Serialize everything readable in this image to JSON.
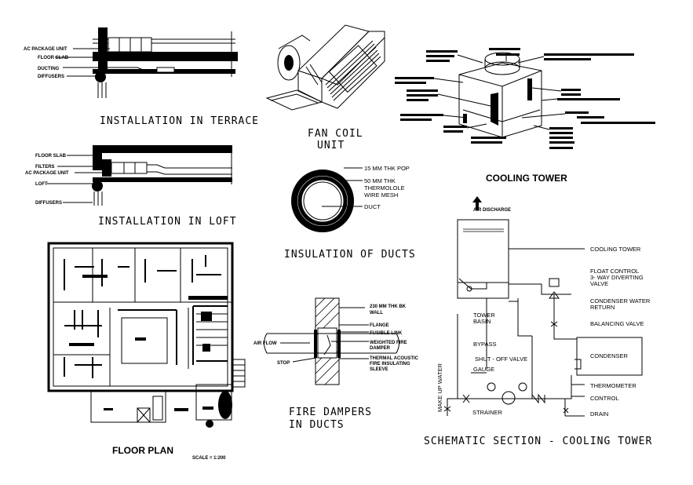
{
  "titles": {
    "terrace": "INSTALLATION IN TERRACE",
    "fan_coil_line1": "FAN COIL",
    "fan_coil_line2": "UNIT",
    "cooling_tower": "COOLING TOWER",
    "loft": "INSTALLATION IN LOFT",
    "insulation": "INSULATION OF DUCTS",
    "floor_plan": "FLOOR PLAN",
    "fire_line1": "FIRE DAMPERS",
    "fire_line2": "IN DUCTS",
    "schematic": "SCHEMATIC SECTION - COOLING TOWER"
  },
  "scale_note": "SCALE = 1:200",
  "terrace_labels": [
    "AC PACKAGE UNIT",
    "FLOOR SLAB",
    "DUCTING",
    "DIFFUSERS"
  ],
  "loft_labels": [
    "FLOOR SLAB",
    "FILTERS",
    "AC PACKAGE UNIT",
    "LOFT",
    "DIFFUSERS"
  ],
  "insulation_labels": [
    "15 MM THK POP",
    "50 MM THK",
    "THERMOLOLE",
    "WIRE MESH",
    "DUCT"
  ],
  "fire_labels": [
    "230 MM THK BK",
    "WALL",
    "FLANGE",
    "FUSIBLE LINK",
    "WEIGHTED FIRE",
    "DAMPER",
    "THERMAL ACOUSTIC",
    "FIRE INSULATING",
    "SLEEVE",
    "AIR FLOW",
    "STOP"
  ],
  "schematic_labels": {
    "air_discharge": "AIR DISCHARGE",
    "cooling_tower": "COOLING TOWER",
    "float_control": "FLOAT CONTROL",
    "diverting_1": "3- WAY DIVERTING",
    "diverting_2": "VALVE",
    "condenser_water_1": "CONDENSER WATER",
    "condenser_water_2": "RETURN",
    "balancing_valve": "BALANCING VALVE",
    "tower_basin_1": "TOWER",
    "tower_basin_2": "BASIN",
    "bypass": "BYPASS",
    "condenser": "CONDENSER",
    "shut_off": "SHUT - OFF VALVE",
    "gauge": "GAUGE",
    "thermometer": "THERMOMETER",
    "control": "CONTROL",
    "drain": "DRAIN",
    "strainer": "STRAINER",
    "make_up_water": "MAKE UP WATER"
  },
  "colors": {
    "ink": "#000000",
    "paper": "#ffffff"
  }
}
